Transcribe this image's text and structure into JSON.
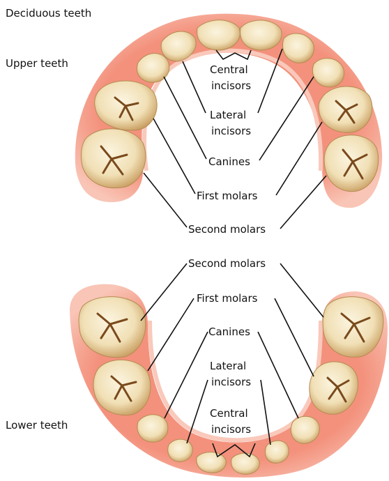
{
  "title": "Deciduous teeth",
  "upper": {
    "section_label": "Upper teeth",
    "labels": {
      "central_incisors": [
        "Central",
        "incisors"
      ],
      "lateral_incisors": [
        "Lateral",
        "incisors"
      ],
      "canines": "Canines",
      "first_molars": "First molars",
      "second_molars": "Second molars"
    }
  },
  "lower": {
    "section_label": "Lower teeth",
    "labels": {
      "second_molars": "Second molars",
      "first_molars": "First molars",
      "canines": "Canines",
      "lateral_incisors": [
        "Lateral",
        "incisors"
      ],
      "central_incisors": [
        "Central",
        "incisors"
      ]
    }
  },
  "colors": {
    "gum": "#f07f6a",
    "gum_light": "#f8b6a6",
    "tooth": "#f4e7c4",
    "tooth_shade": "#c9a46a",
    "fissure": "#7a4a1c",
    "line": "#111111"
  }
}
